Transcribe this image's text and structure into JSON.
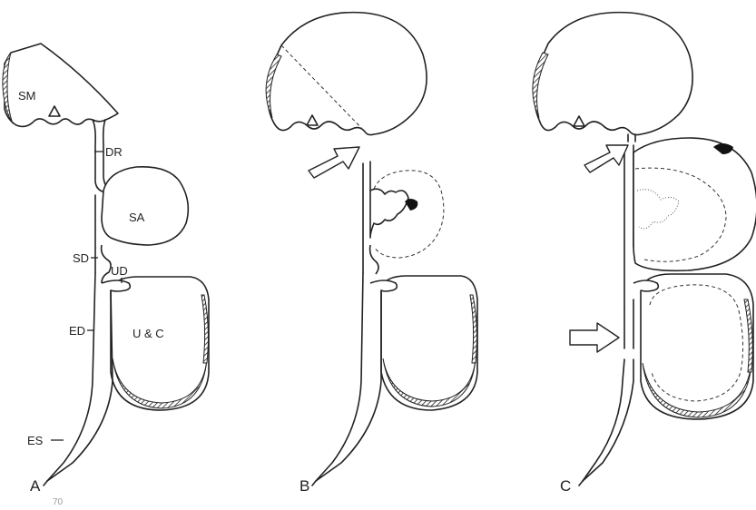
{
  "panels": [
    {
      "label": "A",
      "parts": [
        "SM",
        "DR",
        "SA",
        "SD",
        "UD",
        "ED",
        "U & C",
        "ES"
      ]
    },
    {
      "label": "B"
    },
    {
      "label": "C"
    }
  ],
  "footer_mark": "70"
}
